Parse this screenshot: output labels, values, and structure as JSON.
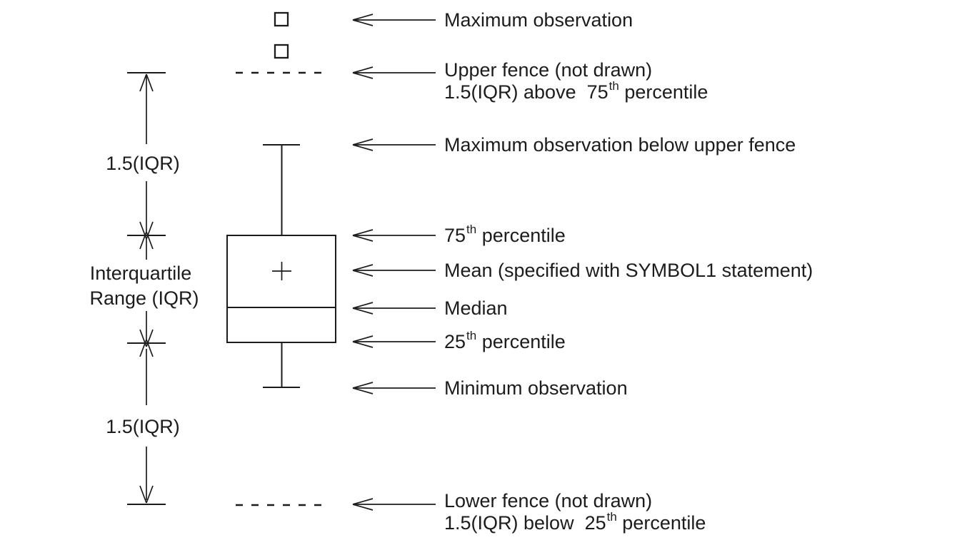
{
  "colors": {
    "background": "#ffffff",
    "ink": "#1c1c1c"
  },
  "diagram_type": "boxplot-anatomy",
  "markers": {
    "outlier_marker": "open-square",
    "outlier_count": "2",
    "mean_marker": "plus"
  },
  "left_column": {
    "upper_span_label": "1.5(IQR)",
    "iqr_label_line1": "Interquartile",
    "iqr_label_line2": "Range (IQR)",
    "lower_span_label": "1.5(IQR)"
  },
  "annotations": {
    "max_obs": "Maximum observation",
    "upper_fence_line1": "Upper fence (not drawn)",
    "upper_fence_line2_pre": "1.5(IQR) above  75",
    "upper_fence_line2_sup": "th",
    "upper_fence_line2_post": " percentile",
    "max_below_fence": "Maximum observation below upper fence",
    "p75_num": "75",
    "p75_sup": "th",
    "p75_post": " percentile",
    "mean": "Mean (specified with SYMBOL1 statement)",
    "median": "Median",
    "p25_num": "25",
    "p25_sup": "th",
    "p25_post": " percentile",
    "min_obs": "Minimum observation",
    "lower_fence_line1": "Lower fence (not drawn)",
    "lower_fence_line2_pre": "1.5(IQR) below  25",
    "lower_fence_line2_sup": "th",
    "lower_fence_line2_post": " percentile"
  }
}
